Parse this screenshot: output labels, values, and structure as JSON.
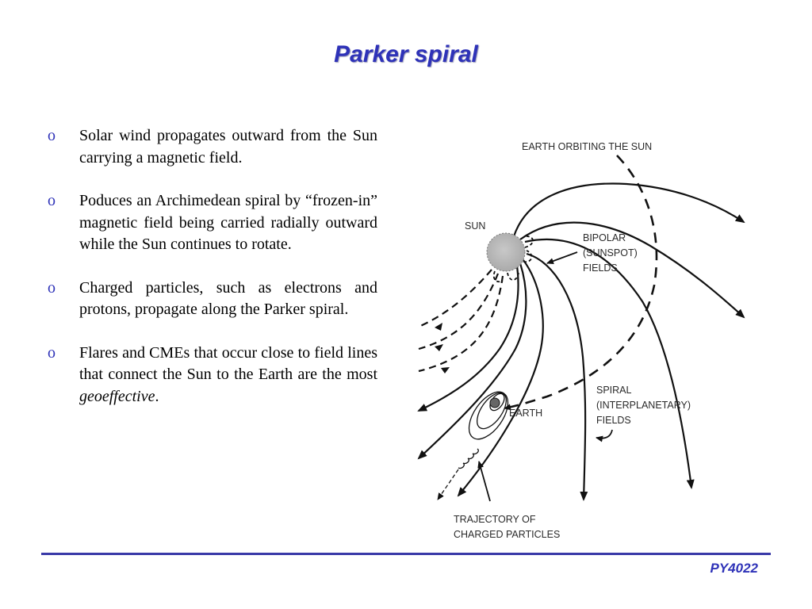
{
  "slide": {
    "title": "Parker spiral",
    "footer": "PY4022",
    "colors": {
      "accent": "#2e32b8",
      "rule": "#3a3aa8",
      "bullet_marker": "#2e32b8"
    }
  },
  "bullets": [
    {
      "marker": "o",
      "text": "Solar wind propagates outward from the Sun carrying a magnetic field."
    },
    {
      "marker": "o",
      "text": "Poduces an Archimedean spiral by “frozen-in” magnetic field being carried radially outward while the Sun continues to rotate."
    },
    {
      "marker": "o",
      "text": "Charged particles, such as electrons and protons, propagate along the Parker spiral."
    },
    {
      "marker": "o",
      "text": "Flares and CMEs that occur close to field lines that connect the Sun to the Earth are the most ",
      "emphasis": "geoeffective",
      "end": "."
    }
  ],
  "diagram": {
    "labels": {
      "earth_orbit": "EARTH ORBITING THE SUN",
      "sun": "SUN",
      "bipolar_1": "BIPOLAR",
      "bipolar_2": "(SUNSPOT)",
      "bipolar_3": "FIELDS",
      "earth": "EARTH",
      "spiral_1": "SPIRAL",
      "spiral_2": "(INTERPLANETARY)",
      "spiral_3": "FIELDS",
      "trajectory_1": "TRAJECTORY OF",
      "trajectory_2": "CHARGED PARTICLES"
    }
  }
}
